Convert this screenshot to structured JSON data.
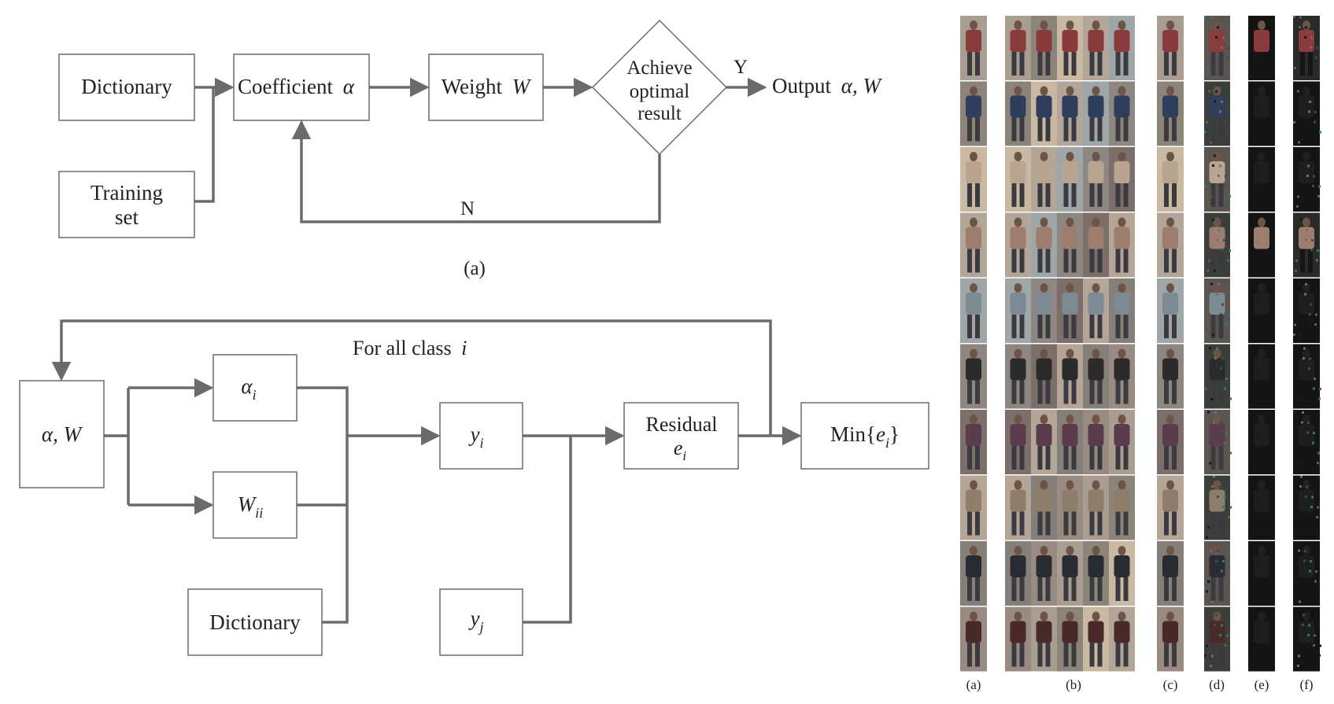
{
  "colors": {
    "line": "#6b6b6b",
    "box_border": "#6b6b6b",
    "text": "#222222",
    "figure_bg": "#ffffff"
  },
  "diagram_a": {
    "caption": "(a)",
    "dictionary": "Dictionary",
    "training_set_line1": "Training",
    "training_set_line2": "set",
    "coefficient": "Coefficient",
    "coefficient_symbol": "α",
    "weight": "Weight",
    "weight_symbol": "W",
    "decision_line1": "Achieve",
    "decision_line2": "optimal",
    "decision_line3": "result",
    "yes_label": "Y",
    "no_label": "N",
    "output": "Output",
    "output_symbols": "α, W"
  },
  "diagram_b": {
    "loop_label": "For all class",
    "loop_symbol": "i",
    "input_symbols": "α, W",
    "alpha_i_base": "α",
    "alpha_i_sub": "i",
    "w_ii_base": "W",
    "w_ii_sub": "ii",
    "dictionary": "Dictionary",
    "y_i_base": "y",
    "y_i_sub": "i",
    "y_j_base": "y",
    "y_j_sub": "j",
    "residual_line1": "Residual",
    "residual_e_base": "e",
    "residual_e_sub": "i",
    "min_prefix": "Min{",
    "min_e_base": "e",
    "min_e_sub": "i",
    "min_suffix": "}"
  },
  "photo_panel": {
    "column_labels": [
      "(a)",
      "(b)",
      "(c)",
      "(d)",
      "(e)",
      "(f)"
    ],
    "row_count": 10,
    "rows": [
      {
        "tone": "#8a3b3b"
      },
      {
        "tone": "#2f3e5c"
      },
      {
        "tone": "#b9a58f"
      },
      {
        "tone": "#9c7d6e"
      },
      {
        "tone": "#7c8a93"
      },
      {
        "tone": "#2c2b2b"
      },
      {
        "tone": "#5a3c4d"
      },
      {
        "tone": "#8e7d6b"
      },
      {
        "tone": "#2a2c33"
      },
      {
        "tone": "#4a2a28"
      }
    ]
  }
}
